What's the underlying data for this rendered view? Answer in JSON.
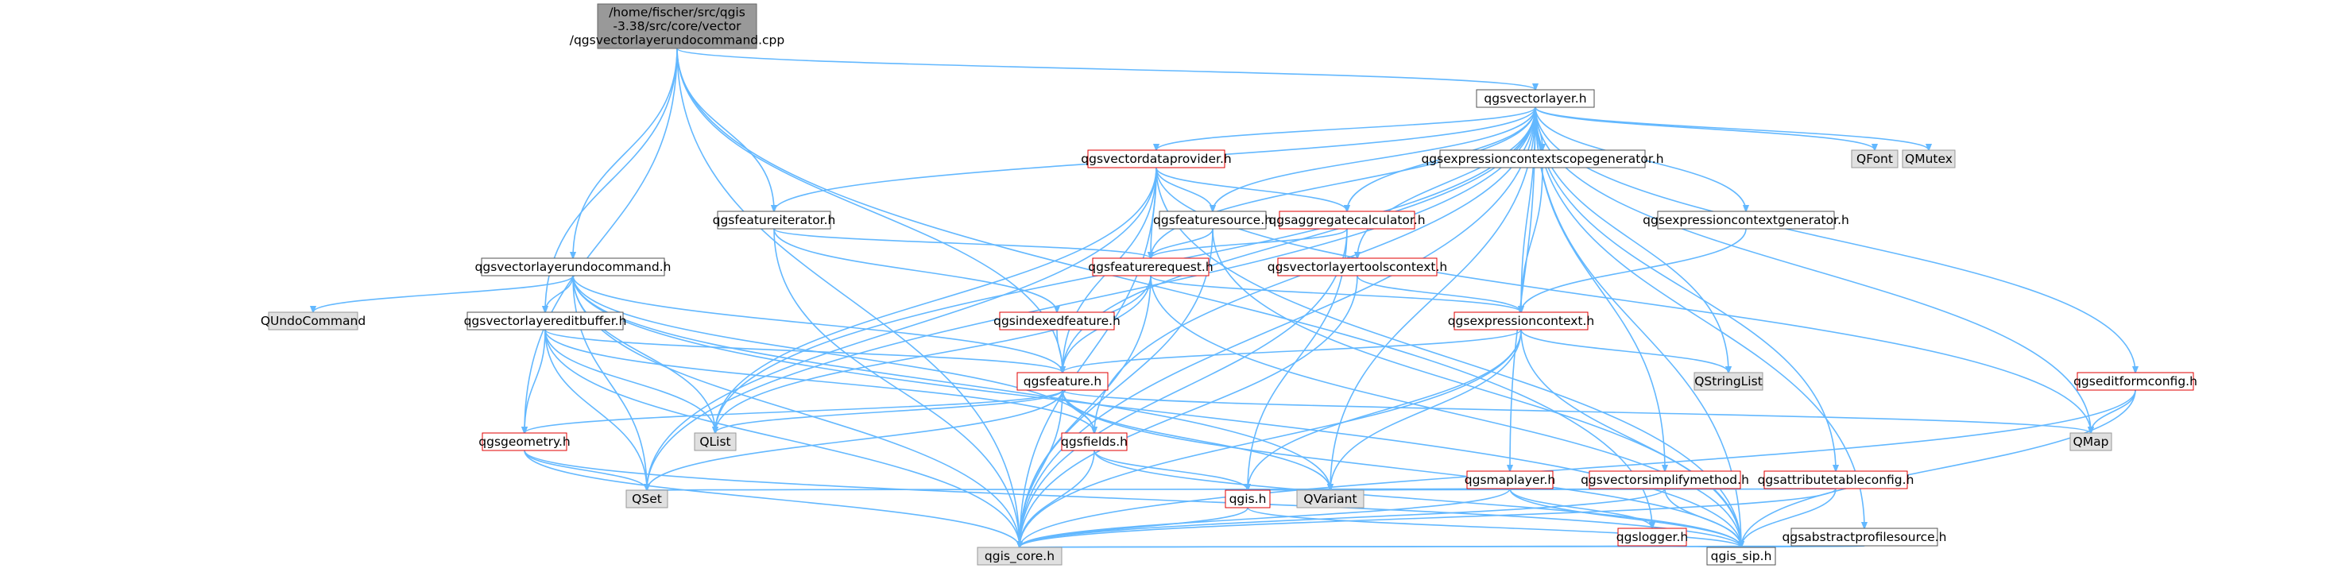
{
  "colors": {
    "edge": "#63b8ff",
    "root_fill": "#999999",
    "red_border": "#e00000",
    "gray_fill": "#e0e0e0"
  },
  "nodes": [
    {
      "id": "root",
      "lines": [
        "/home/fischer/src/qgis",
        "-3.38/src/core/vector",
        "/qgsvectorlayerundocommand.cpp"
      ],
      "style": "root"
    },
    {
      "id": "qgsvectorlayer",
      "lines": [
        "qgsvectorlayer.h"
      ],
      "style": "black"
    },
    {
      "id": "qgsvectordataprovider",
      "lines": [
        "qgsvectordataprovider.h"
      ],
      "style": "red"
    },
    {
      "id": "qgsexpressioncontextscopegenerator",
      "lines": [
        "qgsexpressioncontextscopegenerator.h"
      ],
      "style": "black"
    },
    {
      "id": "QFont",
      "lines": [
        "QFont"
      ],
      "style": "gray"
    },
    {
      "id": "QMutex",
      "lines": [
        "QMutex"
      ],
      "style": "gray"
    },
    {
      "id": "qgsfeatureiterator",
      "lines": [
        "qgsfeatureiterator.h"
      ],
      "style": "black"
    },
    {
      "id": "qgsfeaturesource",
      "lines": [
        "qgsfeaturesource.h"
      ],
      "style": "black"
    },
    {
      "id": "qgsaggregatecalculator",
      "lines": [
        "qgsaggregatecalculator.h"
      ],
      "style": "red"
    },
    {
      "id": "qgsexpressioncontextgenerator",
      "lines": [
        "qgsexpressioncontextgenerator.h"
      ],
      "style": "black"
    },
    {
      "id": "qgsvectorlayerundocommand",
      "lines": [
        "qgsvectorlayerundocommand.h"
      ],
      "style": "black"
    },
    {
      "id": "qgsfeaturerequest",
      "lines": [
        "qgsfeaturerequest.h"
      ],
      "style": "red"
    },
    {
      "id": "qgsvectorlayertoolscontext",
      "lines": [
        "qgsvectorlayertoolscontext.h"
      ],
      "style": "red"
    },
    {
      "id": "QUndoCommand",
      "lines": [
        "QUndoCommand"
      ],
      "style": "gray"
    },
    {
      "id": "qgsvectorlayereditbuffer",
      "lines": [
        "qgsvectorlayereditbuffer.h"
      ],
      "style": "black"
    },
    {
      "id": "qgsindexedfeature",
      "lines": [
        "qgsindexedfeature.h"
      ],
      "style": "red"
    },
    {
      "id": "qgsexpressioncontext",
      "lines": [
        "qgsexpressioncontext.h"
      ],
      "style": "red"
    },
    {
      "id": "QStringList",
      "lines": [
        "QStringList"
      ],
      "style": "gray"
    },
    {
      "id": "qgsfeature",
      "lines": [
        "qgsfeature.h"
      ],
      "style": "red"
    },
    {
      "id": "qgseditformconfig",
      "lines": [
        "qgseditformconfig.h"
      ],
      "style": "red"
    },
    {
      "id": "qgsgeometry",
      "lines": [
        "qgsgeometry.h"
      ],
      "style": "red"
    },
    {
      "id": "QList",
      "lines": [
        "QList"
      ],
      "style": "gray"
    },
    {
      "id": "qgsfields",
      "lines": [
        "qgsfields.h"
      ],
      "style": "red"
    },
    {
      "id": "QMap",
      "lines": [
        "QMap"
      ],
      "style": "gray"
    },
    {
      "id": "qgsmaplayer",
      "lines": [
        "qgsmaplayer.h"
      ],
      "style": "red"
    },
    {
      "id": "qgsvectorsimplifymethod",
      "lines": [
        "qgsvectorsimplifymethod.h"
      ],
      "style": "red"
    },
    {
      "id": "qgsattributetableconfig",
      "lines": [
        "qgsattributetableconfig.h"
      ],
      "style": "red"
    },
    {
      "id": "QSet",
      "lines": [
        "QSet"
      ],
      "style": "gray"
    },
    {
      "id": "qgis",
      "lines": [
        "qgis.h"
      ],
      "style": "red"
    },
    {
      "id": "QVariant",
      "lines": [
        "QVariant"
      ],
      "style": "gray"
    },
    {
      "id": "qgslogger",
      "lines": [
        "qgslogger.h"
      ],
      "style": "red"
    },
    {
      "id": "qgsabstractprofilesource",
      "lines": [
        "qgsabstractprofilesource.h"
      ],
      "style": "black"
    },
    {
      "id": "qgis_core",
      "lines": [
        "qgis_core.h"
      ],
      "style": "gray"
    },
    {
      "id": "qgis_sip",
      "lines": [
        "qgis_sip.h"
      ],
      "style": "black"
    }
  ],
  "edges": [
    [
      "root",
      "qgsvectorlayer"
    ],
    [
      "root",
      "qgsfeatureiterator"
    ],
    [
      "root",
      "qgsvectorlayerundocommand"
    ],
    [
      "root",
      "qgsvectorlayereditbuffer"
    ],
    [
      "root",
      "qgsfeature"
    ],
    [
      "root",
      "qgsgeometry"
    ],
    [
      "root",
      "qgslogger"
    ],
    [
      "root",
      "qgis_core"
    ],
    [
      "qgsvectorlayer",
      "qgsvectordataprovider"
    ],
    [
      "qgsvectorlayer",
      "qgsexpressioncontextscopegenerator"
    ],
    [
      "qgsvectorlayer",
      "QFont"
    ],
    [
      "qgsvectorlayer",
      "QMutex"
    ],
    [
      "qgsvectorlayer",
      "qgsfeatureiterator"
    ],
    [
      "qgsvectorlayer",
      "qgsfeaturesource"
    ],
    [
      "qgsvectorlayer",
      "qgsaggregatecalculator"
    ],
    [
      "qgsvectorlayer",
      "qgsexpressioncontextgenerator"
    ],
    [
      "qgsvectorlayer",
      "qgsfeaturerequest"
    ],
    [
      "qgsvectorlayer",
      "qgsvectorlayertoolscontext"
    ],
    [
      "qgsvectorlayer",
      "qgsexpressioncontext"
    ],
    [
      "qgsvectorlayer",
      "QStringList"
    ],
    [
      "qgsvectorlayer",
      "qgsfeature"
    ],
    [
      "qgsvectorlayer",
      "qgseditformconfig"
    ],
    [
      "qgsvectorlayer",
      "QList"
    ],
    [
      "qgsvectorlayer",
      "qgsfields"
    ],
    [
      "qgsvectorlayer",
      "QMap"
    ],
    [
      "qgsvectorlayer",
      "qgsmaplayer"
    ],
    [
      "qgsvectorlayer",
      "qgsvectorsimplifymethod"
    ],
    [
      "qgsvectorlayer",
      "qgsattributetableconfig"
    ],
    [
      "qgsvectorlayer",
      "qgsabstractprofilesource"
    ],
    [
      "qgsvectorlayer",
      "QSet"
    ],
    [
      "qgsvectorlayer",
      "qgis_core"
    ],
    [
      "qgsvectorlayer",
      "qgis_sip"
    ],
    [
      "qgsvectorlayer",
      "QVariant"
    ],
    [
      "qgsvectordataprovider",
      "qgsfeaturesource"
    ],
    [
      "qgsvectordataprovider",
      "qgsaggregatecalculator"
    ],
    [
      "qgsvectordataprovider",
      "qgsfeaturerequest"
    ],
    [
      "qgsvectordataprovider",
      "qgsfeature"
    ],
    [
      "qgsvectordataprovider",
      "QList"
    ],
    [
      "qgsvectordataprovider",
      "QMap"
    ],
    [
      "qgsvectordataprovider",
      "qgis_core"
    ],
    [
      "qgsvectordataprovider",
      "qgis_sip"
    ],
    [
      "qgsvectordataprovider",
      "QSet"
    ],
    [
      "qgsexpressioncontextscopegenerator",
      "qgsexpressioncontext"
    ],
    [
      "qgsfeatureiterator",
      "qgsfeaturerequest"
    ],
    [
      "qgsfeatureiterator",
      "qgsindexedfeature"
    ],
    [
      "qgsfeatureiterator",
      "qgis_core"
    ],
    [
      "qgsfeaturesource",
      "qgsfeaturerequest"
    ],
    [
      "qgsfeaturesource",
      "qgis_core"
    ],
    [
      "qgsfeaturesource",
      "qgis_sip"
    ],
    [
      "qgsaggregatecalculator",
      "qgsfeaturerequest"
    ],
    [
      "qgsaggregatecalculator",
      "qgis_core"
    ],
    [
      "qgsaggregatecalculator",
      "qgis"
    ],
    [
      "qgsexpressioncontextgenerator",
      "qgsexpressioncontext"
    ],
    [
      "qgsvectorlayerundocommand",
      "QUndoCommand"
    ],
    [
      "qgsvectorlayerundocommand",
      "qgsvectorlayereditbuffer"
    ],
    [
      "qgsvectorlayerundocommand",
      "qgsfeature"
    ],
    [
      "qgsvectorlayerundocommand",
      "QList"
    ],
    [
      "qgsvectorlayerundocommand",
      "qgsfields"
    ],
    [
      "qgsvectorlayerundocommand",
      "QVariant"
    ],
    [
      "qgsvectorlayerundocommand",
      "QSet"
    ],
    [
      "qgsvectorlayerundocommand",
      "qgis_core"
    ],
    [
      "qgsvectorlayerundocommand",
      "qgis_sip"
    ],
    [
      "qgsfeaturerequest",
      "qgsexpressioncontext"
    ],
    [
      "qgsfeaturerequest",
      "qgsfeature"
    ],
    [
      "qgsfeaturerequest",
      "QList"
    ],
    [
      "qgsfeaturerequest",
      "qgis_core"
    ],
    [
      "qgsfeaturerequest",
      "qgis_sip"
    ],
    [
      "qgsvectorlayertoolscontext",
      "qgsexpressioncontext"
    ],
    [
      "qgsvectorlayertoolscontext",
      "qgis_core"
    ],
    [
      "qgsvectorlayereditbuffer",
      "qgsfeature"
    ],
    [
      "qgsvectorlayereditbuffer",
      "qgsgeometry"
    ],
    [
      "qgsvectorlayereditbuffer",
      "qgsfields"
    ],
    [
      "qgsvectorlayereditbuffer",
      "QList"
    ],
    [
      "qgsvectorlayereditbuffer",
      "QSet"
    ],
    [
      "qgsvectorlayereditbuffer",
      "qgis_core"
    ],
    [
      "qgsindexedfeature",
      "qgsfeature"
    ],
    [
      "qgsexpressioncontext",
      "QStringList"
    ],
    [
      "qgsexpressioncontext",
      "qgsfeature"
    ],
    [
      "qgsexpressioncontext",
      "QVariant"
    ],
    [
      "qgsexpressioncontext",
      "qgis_core"
    ],
    [
      "qgsexpressioncontext",
      "qgis_sip"
    ],
    [
      "qgsexpressioncontext",
      "qgis"
    ],
    [
      "qgsfeature",
      "qgsgeometry"
    ],
    [
      "qgsfeature",
      "QList"
    ],
    [
      "qgsfeature",
      "qgsfields"
    ],
    [
      "qgsfeature",
      "QMap"
    ],
    [
      "qgsfeature",
      "QVariant"
    ],
    [
      "qgsfeature",
      "QSet"
    ],
    [
      "qgsfeature",
      "qgis_core"
    ],
    [
      "qgsfeature",
      "qgis_sip"
    ],
    [
      "qgseditformconfig",
      "QMap"
    ],
    [
      "qgseditformconfig",
      "qgis_core"
    ],
    [
      "qgseditformconfig",
      "qgis_sip"
    ],
    [
      "qgsgeometry",
      "QSet"
    ],
    [
      "qgsgeometry",
      "qgis_core"
    ],
    [
      "qgsgeometry",
      "qgis_sip"
    ],
    [
      "qgsfields",
      "qgis"
    ],
    [
      "qgsfields",
      "qgis_core"
    ],
    [
      "qgsfields",
      "qgis_sip"
    ],
    [
      "qgsmaplayer",
      "qgis"
    ],
    [
      "qgsmaplayer",
      "qgslogger"
    ],
    [
      "qgsmaplayer",
      "QVariant"
    ],
    [
      "qgsmaplayer",
      "QSet"
    ],
    [
      "qgsmaplayer",
      "qgis_core"
    ],
    [
      "qgsmaplayer",
      "qgis_sip"
    ],
    [
      "qgsvectorsimplifymethod",
      "qgis"
    ],
    [
      "qgsvectorsimplifymethod",
      "qgis_core"
    ],
    [
      "qgsvectorsimplifymethod",
      "qgis_sip"
    ],
    [
      "qgsattributetableconfig",
      "QVariant"
    ],
    [
      "qgsattributetableconfig",
      "qgis_core"
    ],
    [
      "qgsattributetableconfig",
      "qgis_sip"
    ],
    [
      "qgis",
      "qgis_core"
    ],
    [
      "qgis",
      "qgis_sip"
    ],
    [
      "qgslogger",
      "qgis_core"
    ],
    [
      "qgslogger",
      "qgis_sip"
    ],
    [
      "qgsabstractprofilesource",
      "qgis_core"
    ],
    [
      "qgsabstractprofilesource",
      "qgis_sip"
    ]
  ]
}
